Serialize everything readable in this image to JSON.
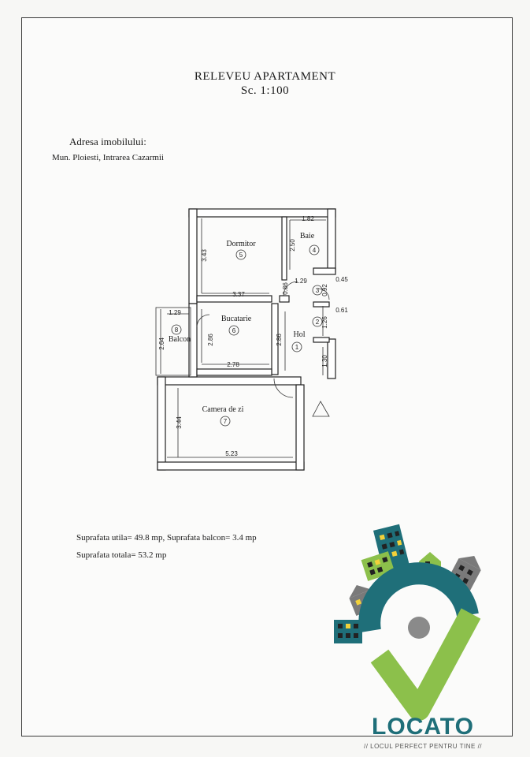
{
  "header": {
    "title": "RELEVEU APARTAMENT",
    "scale": "Sc.  1:100"
  },
  "address": {
    "label": "Adresa imobilului:",
    "value": "Mun. Ploiesti, Intrarea Cazarmii"
  },
  "rooms": {
    "dormitor": {
      "name": "Dormitor",
      "number": "5"
    },
    "baie": {
      "name": "Baie",
      "number": "4"
    },
    "bucatarie": {
      "name": "Bucatarie",
      "number": "6"
    },
    "hol": {
      "name": "Hol",
      "number": "1"
    },
    "balcon": {
      "name": "Balcon",
      "number": "8"
    },
    "camera": {
      "name": "Camera de zi",
      "number": "7"
    },
    "r2": {
      "number": "2"
    },
    "r3": {
      "number": "3"
    }
  },
  "dimensions": {
    "baie_w": "1.82",
    "baie_h": "2.50",
    "dorm_h": "3.43",
    "dorm_w": "3.37",
    "hol_door": "1.29",
    "d086": "0.86",
    "d045": "0.45",
    "d092": "0.92",
    "d061": "0.61",
    "d126": "1.26",
    "balc_w": "1.29",
    "balc_h": "2.64",
    "buc_h": "2.86",
    "hol_h": "2.86",
    "buc_w": "2.78",
    "d130": "1.30",
    "cam_h": "3.44",
    "cam_w": "5.23"
  },
  "areas": {
    "line1": "Suprafata  utila= 49.8 mp, Suprafata  balcon= 3.4 mp",
    "line2": "Suprafata  totala= 53.2 mp"
  },
  "logo": {
    "brand": "LOCATO",
    "tagline": "// LOCUL PERFECT PENTRU TINE //"
  },
  "colors": {
    "teal": "#1f6f79",
    "green": "#8cc04b",
    "gray": "#7a7a7a",
    "yellow": "#f2d13a"
  }
}
